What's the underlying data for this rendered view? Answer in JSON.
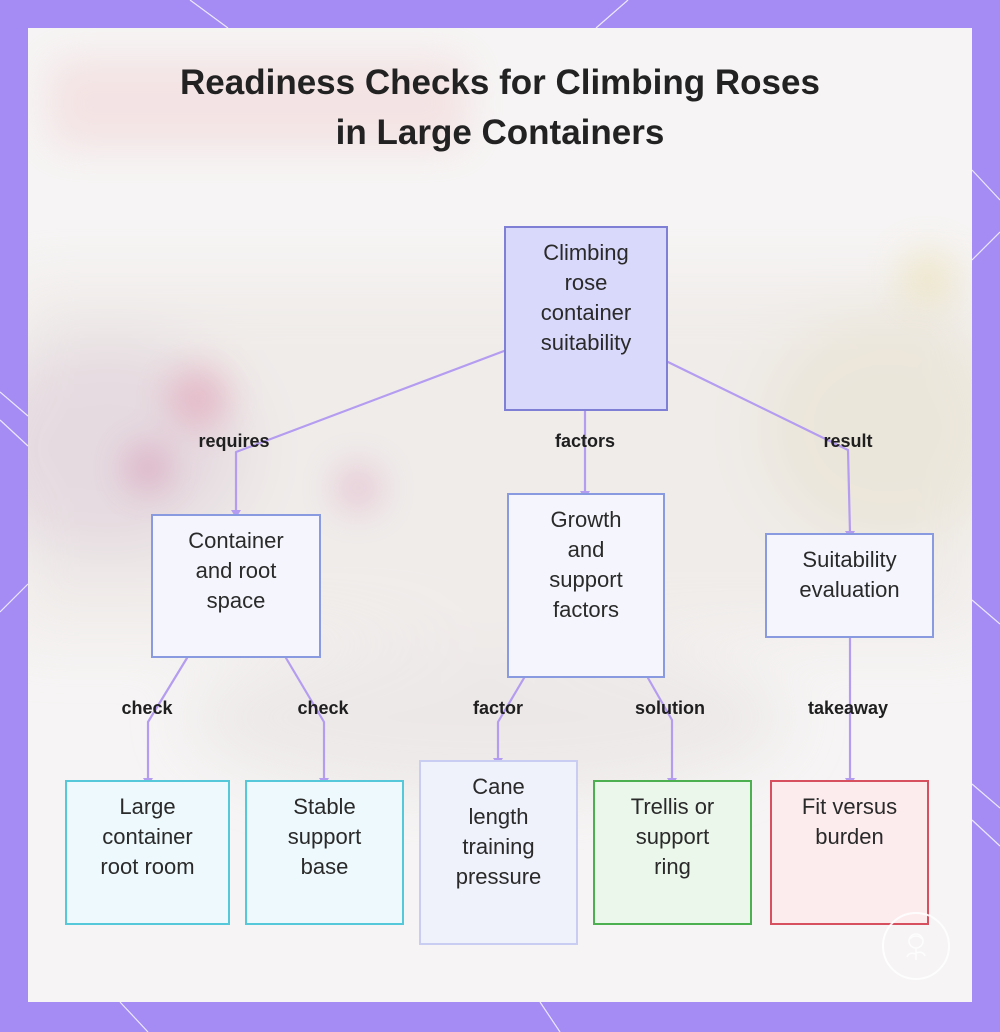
{
  "title": {
    "line1": "Readiness Checks for Climbing Roses",
    "line2": "in Large Containers"
  },
  "nodes": {
    "root": [
      "Climbing",
      "rose",
      "container",
      "suitability"
    ],
    "container_space": [
      "Container",
      "and root",
      "space"
    ],
    "growth_support": [
      "Growth",
      "and",
      "support",
      "factors"
    ],
    "suitability_eval": [
      "Suitability",
      "evaluation"
    ],
    "large_container": [
      "Large",
      "container",
      "root room"
    ],
    "stable_base": [
      "Stable",
      "support",
      "base"
    ],
    "cane_length": [
      "Cane",
      "length",
      "training",
      "pressure"
    ],
    "trellis": [
      "Trellis or",
      "support",
      "ring"
    ],
    "fit_burden": [
      "Fit versus",
      "burden"
    ]
  },
  "edges": {
    "requires": "requires",
    "factors": "factors",
    "result": "result",
    "check_left": "check",
    "check_right": "check",
    "factor": "factor",
    "solution": "solution",
    "takeaway": "takeaway"
  },
  "colors": {
    "frame": "#a48cf4",
    "connector": "#b49cf0",
    "root_fill": "#d9d9fb",
    "root_border": "#7f7fd6",
    "mid_fill": "#f5f6fd",
    "mid_border": "#8a9ae0",
    "cyan_fill": "#eef9fd",
    "cyan_border": "#55c9d9",
    "lavender_fill": "#eff1fb",
    "lavender_border": "#c9cdf2",
    "green_fill": "#ecf7ec",
    "green_border": "#4caf50",
    "red_fill": "#fdecee",
    "red_border": "#d65060"
  },
  "icons": {
    "corner_seal": "rose-seal-icon"
  }
}
